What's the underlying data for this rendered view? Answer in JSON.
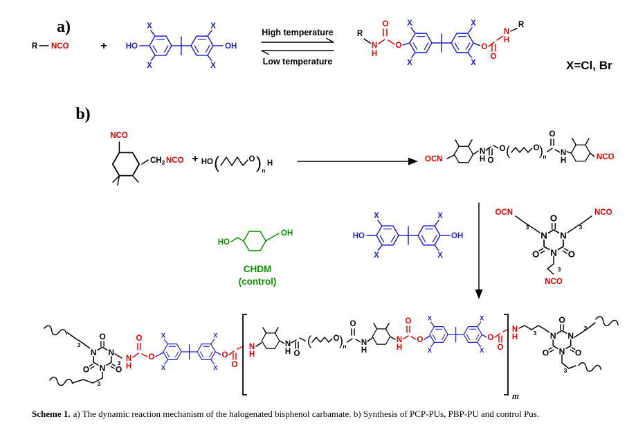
{
  "figure": {
    "panel_a_label": "a)",
    "panel_b_label": "b)",
    "high_temperature": "High temperature",
    "low_temperature": "Low temperature",
    "halogen_legend": "X=Cl, Br",
    "chdm_name": "CHDM",
    "chdm_role": "(control)"
  },
  "atoms": {
    "R": "R",
    "NCO": "NCO",
    "OCN": "OCN",
    "HO": "HO",
    "OH": "OH",
    "X": "X",
    "N": "N",
    "H": "H",
    "O": "O",
    "CH": "CH",
    "sub2": "2",
    "subn": "n",
    "subm": "m",
    "sub3": "3",
    "plus": "+",
    "paren_open": "(",
    "paren_close": ")"
  },
  "colors": {
    "carbamate_red": "#e60000",
    "bisphenol_blue": "#2222cc",
    "control_green": "#0a9000",
    "bond_black": "#000000"
  },
  "caption": {
    "title": "Scheme 1.",
    "body": "a) The dynamic reaction mechanism of the halogenated bisphenol carbamate. b) Synthesis of PCP-PUs, PBP-PU and control Pus."
  }
}
